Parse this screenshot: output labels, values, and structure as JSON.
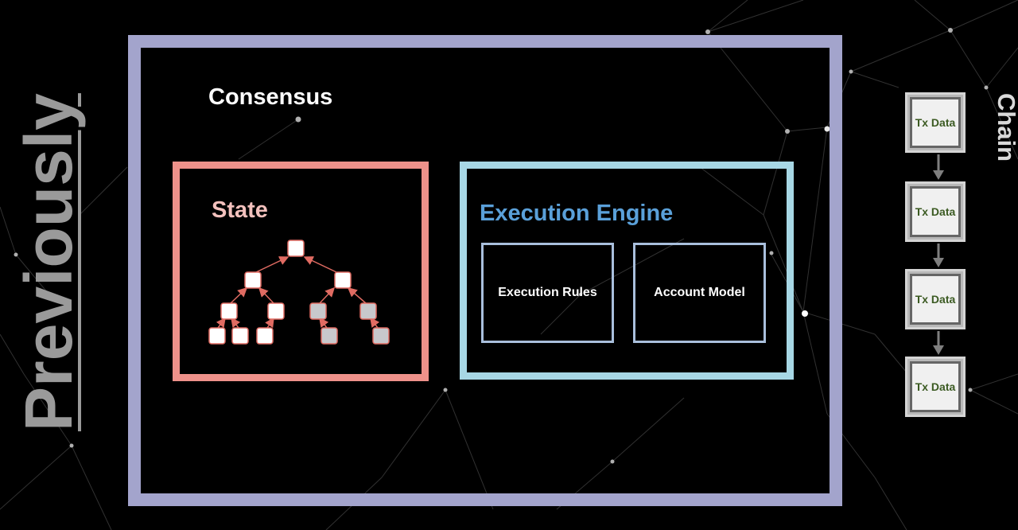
{
  "side_title": "Previously",
  "consensus": {
    "title": "Consensus",
    "border_color": "#a3a4cc"
  },
  "state": {
    "title": "State",
    "border_color": "#ee918a",
    "tree_node_fill_white": "#ffffff",
    "tree_node_fill_gray": "#c8c8cc",
    "tree_edge_color": "#e06b62"
  },
  "execution_engine": {
    "title": "Execution Engine",
    "border_color": "#a7d7e5",
    "title_color": "#5aa0d9",
    "components": [
      {
        "label": "Execution Rules"
      },
      {
        "label": "Account Model"
      }
    ]
  },
  "chain": {
    "title": "Chain",
    "blocks": [
      {
        "label": "Tx Data"
      },
      {
        "label": "Tx Data"
      },
      {
        "label": "Tx Data"
      },
      {
        "label": "Tx Data"
      }
    ],
    "arrow_color": "#7f7f7f"
  }
}
